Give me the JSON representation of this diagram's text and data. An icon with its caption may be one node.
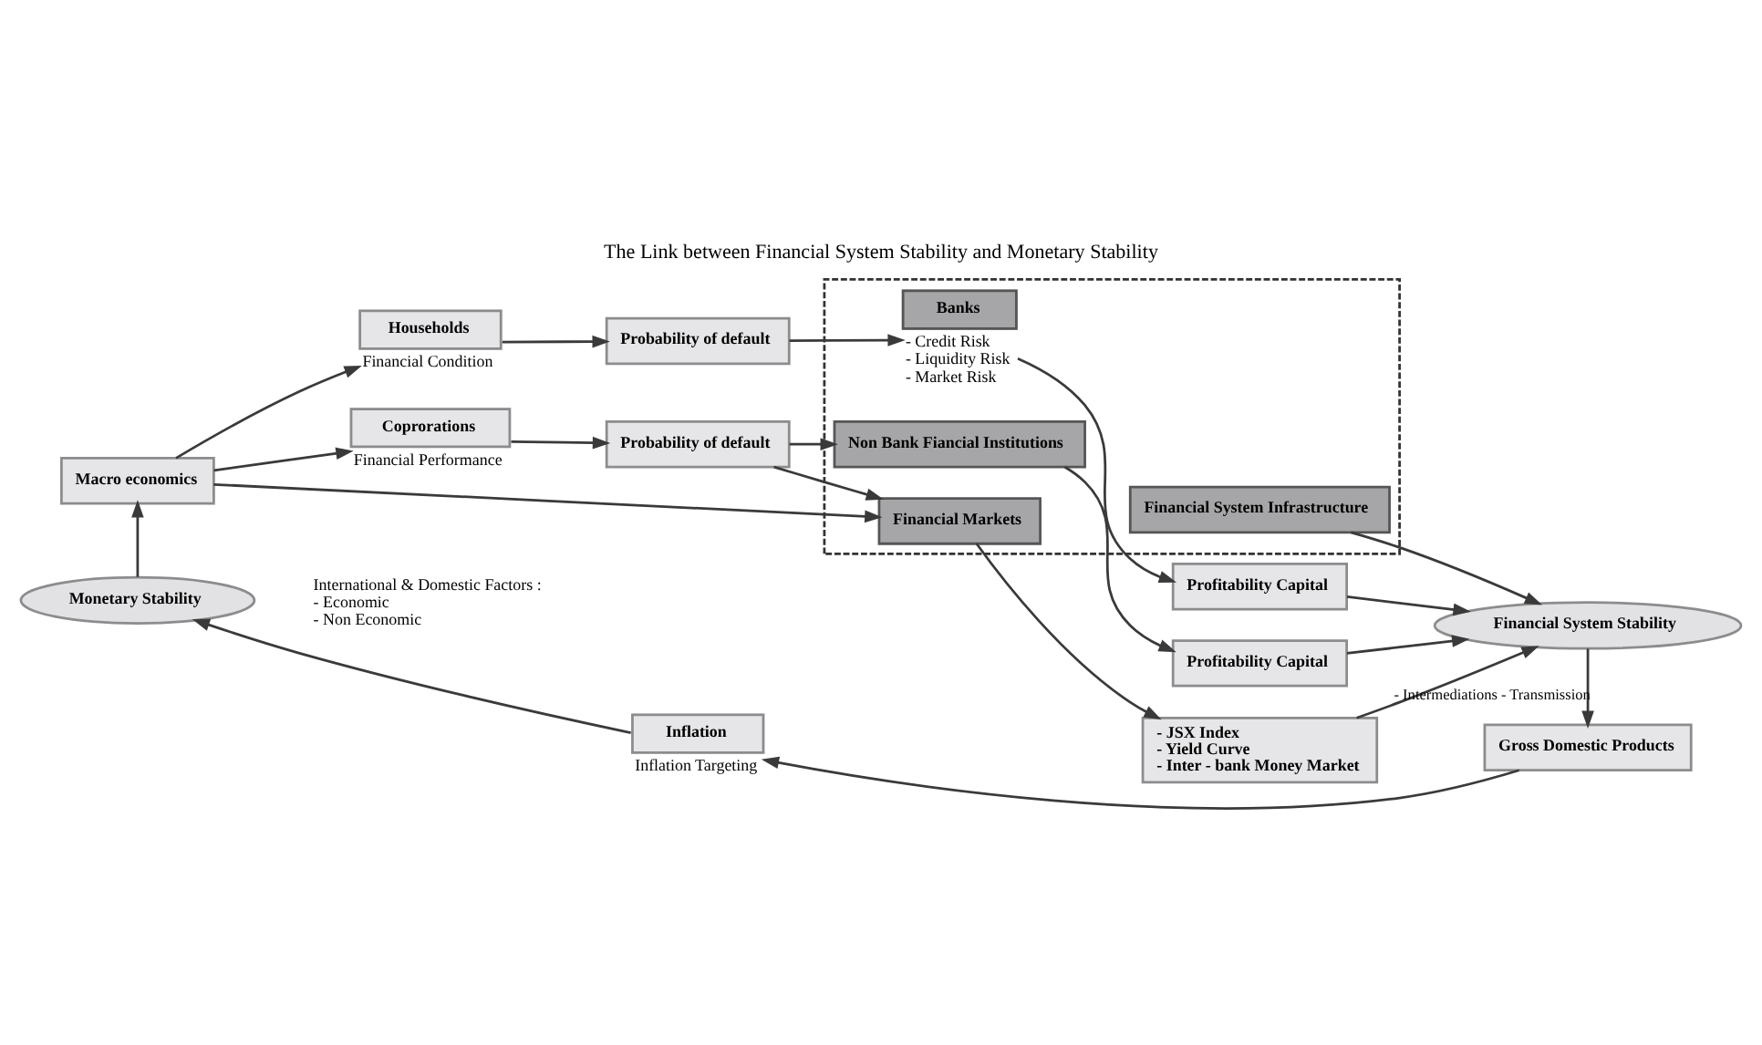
{
  "diagram": {
    "title": "The Link between Financial System Stability and Monetary Stability",
    "nodes": [
      {
        "text": [
          "Macro economics"
        ]
      },
      {
        "text": [
          "Households"
        ],
        "beside": [
          "Financial Condition"
        ]
      },
      {
        "text": [
          "Coprorations"
        ],
        "beside": [
          "Financial Performance"
        ]
      },
      {
        "text": [
          "Probability of default"
        ]
      },
      {
        "text": [
          "Probability of default"
        ]
      },
      {
        "text": [],
        "shape": "box"
      },
      {
        "text": [
          "Banks"
        ],
        "in": 5,
        "beside": [
          "- Credit Risk",
          "- Liquidity Risk",
          "- Market Risk"
        ]
      },
      {
        "text": [
          "Non Bank Fiancial Institutions"
        ],
        "in": 5
      },
      {
        "text": [
          "Financial Markets"
        ],
        "in": 5
      },
      {
        "text": [
          "Financial System Infrastructure"
        ],
        "in": 5
      },
      {
        "text": [
          "Profitability Capital"
        ]
      },
      {
        "text": [
          "Profitability Capital"
        ]
      },
      {
        "text": [
          "- JSX Index",
          "- Yield Curve",
          "- Inter - bank Money Market"
        ]
      },
      {
        "text": [
          "Financial System Stability"
        ]
      },
      {
        "text": [
          "Gross Domestic Products"
        ]
      },
      {
        "text": [
          "Inflation"
        ],
        "beside": [
          "Inflation Targeting"
        ]
      },
      {
        "text": [
          "Monetary Stability"
        ]
      }
    ],
    "edges": [
      {
        "from": 0,
        "to": 1,
        "arrow": "to"
      },
      {
        "from": 0,
        "to": 2,
        "arrow": "to"
      },
      {
        "from": 1,
        "to": 3,
        "arrow": "to"
      },
      {
        "from": 2,
        "to": 4,
        "arrow": "to"
      },
      {
        "from": 3,
        "to": 6,
        "arrow": "to"
      },
      {
        "from": 4,
        "to": 7,
        "arrow": "to"
      },
      {
        "from": 4,
        "to": 8,
        "arrow": "to"
      },
      {
        "from": 0,
        "to": 8,
        "arrow": "to"
      },
      {
        "from": 6,
        "to": 10,
        "arrow": "to"
      },
      {
        "from": 7,
        "to": 11,
        "arrow": "to"
      },
      {
        "from": 8,
        "to": 12,
        "arrow": "to"
      },
      {
        "from": 10,
        "to": 13,
        "arrow": "to"
      },
      {
        "from": 11,
        "to": 13,
        "arrow": "to"
      },
      {
        "from": 12,
        "to": 13,
        "arrow": "to"
      },
      {
        "from": 9,
        "to": 13,
        "arrow": "to"
      },
      {
        "from": 13,
        "to": 14,
        "arrow": "to",
        "label": "- Intermediations - Transmission"
      },
      {
        "from": 14,
        "to": 15,
        "arrow": "to"
      },
      {
        "from": 15,
        "to": 16,
        "arrow": "to"
      },
      {
        "from": 16,
        "to": 0,
        "arrow": "to"
      }
    ],
    "labels": [
      "International & Domestic Factors :",
      "- Economic",
      "- Non Economic"
    ]
  }
}
